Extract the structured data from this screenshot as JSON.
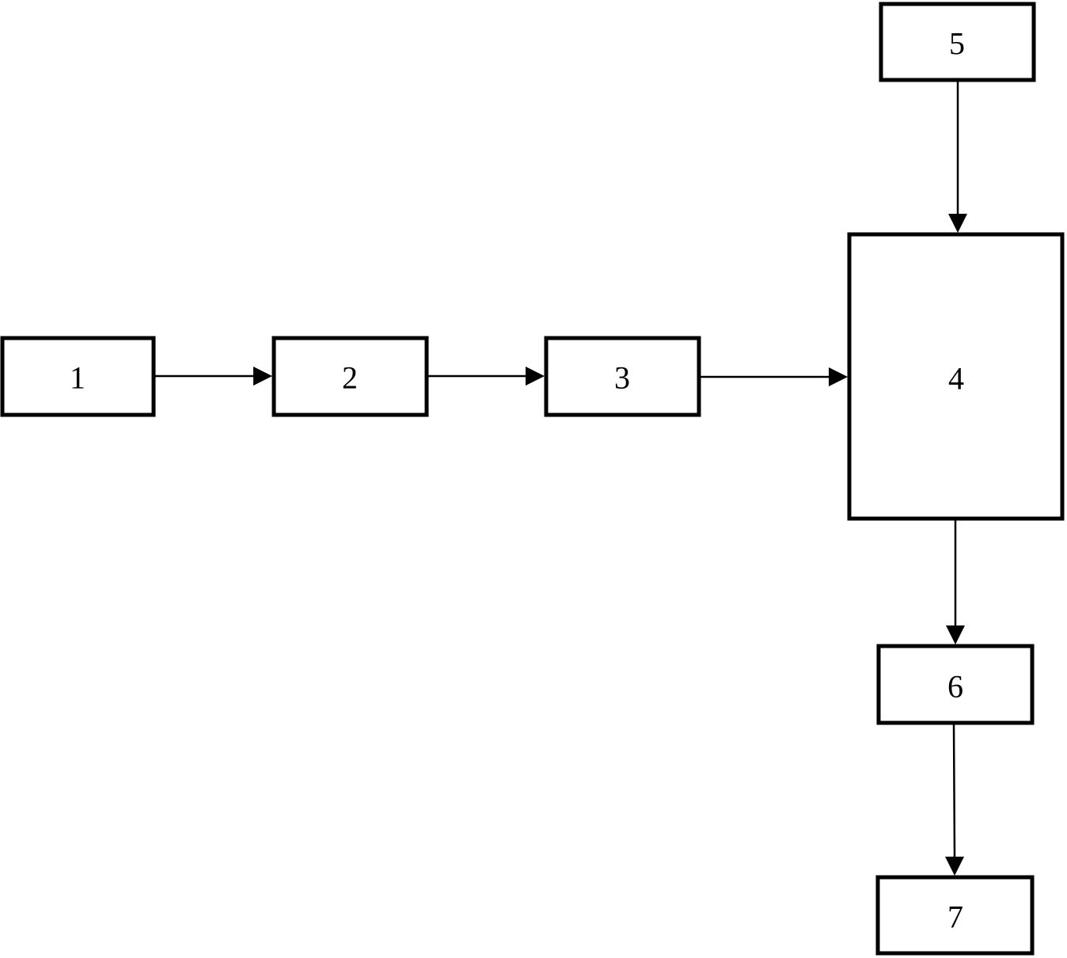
{
  "diagram": {
    "blocks": [
      {
        "id": "b1",
        "label": "1"
      },
      {
        "id": "b2",
        "label": "2"
      },
      {
        "id": "b3",
        "label": "3"
      },
      {
        "id": "b4",
        "label": "4"
      },
      {
        "id": "b5",
        "label": "5"
      },
      {
        "id": "b6",
        "label": "6"
      },
      {
        "id": "b7",
        "label": "7"
      }
    ],
    "connections": [
      {
        "from": "1",
        "to": "2"
      },
      {
        "from": "2",
        "to": "3"
      },
      {
        "from": "3",
        "to": "4"
      },
      {
        "from": "5",
        "to": "4"
      },
      {
        "from": "4",
        "to": "6"
      },
      {
        "from": "6",
        "to": "7"
      }
    ]
  }
}
